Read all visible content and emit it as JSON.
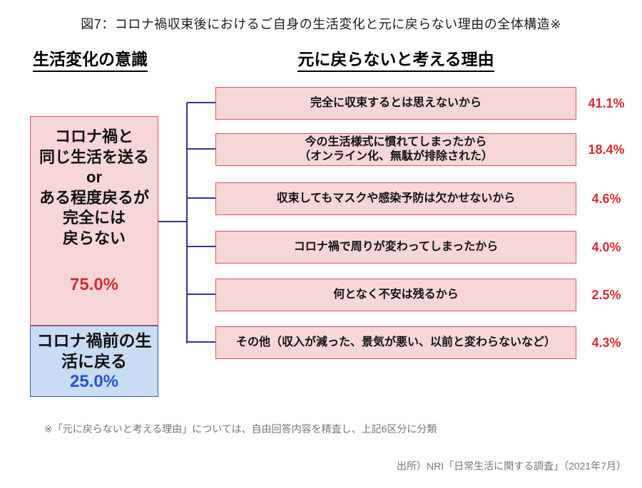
{
  "title": "図7：コロナ禍収束後におけるご自身の生活変化と元に戻らない理由の全体構造※",
  "left_section": {
    "header": "生活変化の意識",
    "not_return_box": {
      "label": "コロナ禍と\n同じ生活を送る\nor\nある程度戻るが\n完全には\n戻らない",
      "value": "75.0%"
    },
    "return_box": {
      "label": "コロナ禍前の生\n活に戻る",
      "value": "25.0%"
    }
  },
  "right_section": {
    "header": "元に戻らないと考える理由",
    "reasons": [
      {
        "label": "完全に収束するとは思えないから",
        "value": "41.1%"
      },
      {
        "label": "今の生活様式に慣れてしまったから\n（オンライン化、無駄が排除された）",
        "value": "18.4%"
      },
      {
        "label": "収束してもマスクや感染予防は欠かせないから",
        "value": "4.6%"
      },
      {
        "label": "コロナ禍で周りが変わってしまったから",
        "value": "4.0%"
      },
      {
        "label": "何となく不安は残るから",
        "value": "2.5%"
      },
      {
        "label": "その他（収入が減った、景気が悪い、以前と変わらないなど）",
        "value": "4.3%"
      }
    ]
  },
  "footnote": "※「元に戻らないと考える理由」については、自由回答内容を精査し、上記6区分に分類",
  "source": "出所）NRI「日常生活に関する調査」（2021年7月）",
  "colors": {
    "ink": "#1b1b1b",
    "pink-fill": "#f7d6d8",
    "pink-border": "#d8575d",
    "red-text": "#d52b32",
    "blue-fill": "#c9dcf5",
    "blue-border": "#2f5ca8",
    "blue-text": "#1f57cb",
    "line": "#2b3690",
    "gray-text": "#767676"
  }
}
